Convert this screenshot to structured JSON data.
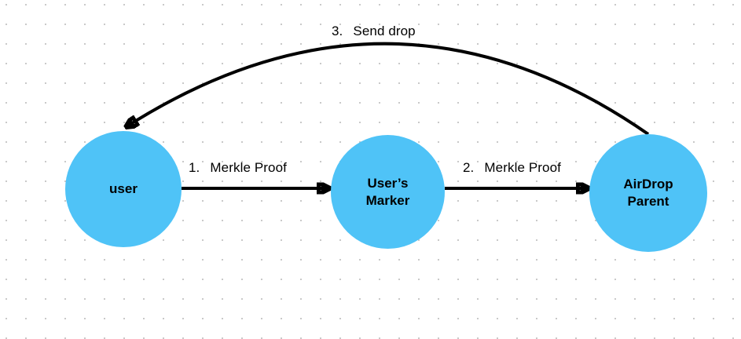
{
  "canvas": {
    "background_color": "#ffffff",
    "dot_grid_color": "#c9c9c9",
    "node_fill_color": "#4fc3f7",
    "line_color": "#000000"
  },
  "nodes": [
    {
      "id": "user",
      "label": "user"
    },
    {
      "id": "users-marker",
      "label": "User’s Marker"
    },
    {
      "id": "airdrop-parent",
      "label": "AirDrop Parent"
    }
  ],
  "arrows": [
    {
      "number": "1.",
      "label": "Merkle Proof",
      "from": "user",
      "to": "users-marker",
      "style": "straight"
    },
    {
      "number": "2.",
      "label": "Merkle Proof",
      "from": "users-marker",
      "to": "airdrop-parent",
      "style": "straight"
    },
    {
      "number": "3.",
      "label": "Send drop",
      "from": "airdrop-parent",
      "to": "user",
      "style": "curved"
    }
  ]
}
